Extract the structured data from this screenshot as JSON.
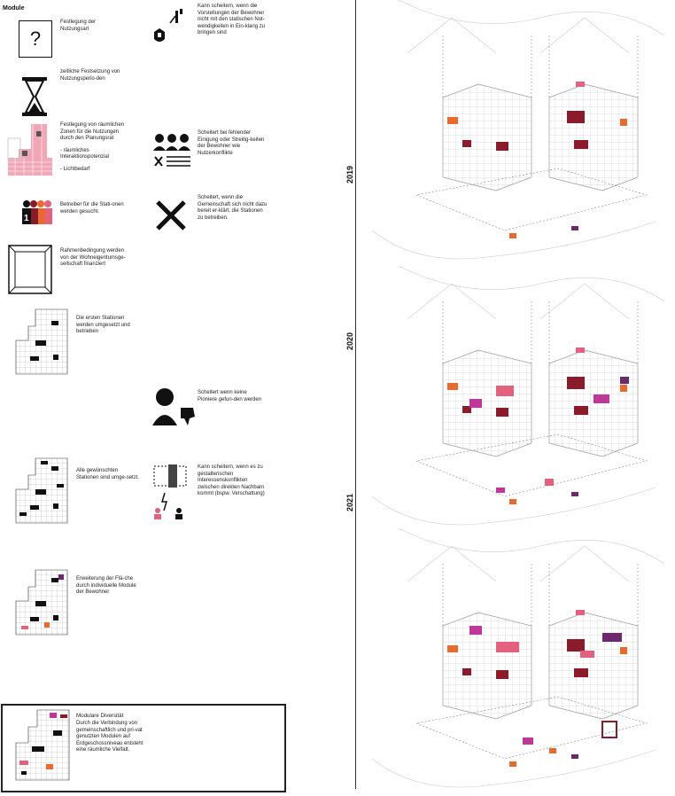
{
  "header": {
    "label": "Module"
  },
  "question": {
    "symbol": "?"
  },
  "left": [
    {
      "text": "Festlegung der Nutzungsart"
    },
    {
      "text": "zeitliche Festsetzung von  Nutzungsperio-den"
    },
    {
      "text": "Festlegung von räumlichen Zonen für die Nutzungen durch den Planungsrat",
      "sub1": "- räumliches Interaktionspotenzial",
      "sub2": "- Lichtbedarf"
    },
    {
      "text": "Betreiber für die Stati-onen werden gesucht."
    },
    {
      "text": "Rahmenbedingung werden von der Wohneigentumsge-sellschaft finanziert"
    },
    {
      "text": "Die ersten Stationen werden umgesetzt und betrieben"
    },
    {
      "text": "Alle gewünschten Stationen sind umge-setzt."
    },
    {
      "text": "Erweiterung der Flä-che durch individuelle Module der Bewohner"
    }
  ],
  "right": [
    {
      "text": "Kann scheitern, wenn die Vorstellungen der Bewohner nicht mit den statischen Not-wendigkeiten in Ein-klang zu bringen sind"
    },
    {
      "text": "Scheitert bei fehlender Einigung oder Streitig-keiten der Bewohner wie Nutzerkonflikte"
    },
    {
      "text": "Scheitert, wenn die Gemeinschaft sich nicht dazu bereit er-klärt, die Stationen zu betreiben."
    },
    {
      "text": "Scheitert wenn keine Pioniere gefun-den werden"
    },
    {
      "text": "Kann scheitern, wenn es zu gestalterischen Interessenskonflikten zwischen direkten Nachbarn kommt (bspw. Verschattung)"
    }
  ],
  "final": {
    "title": "Modulare Diversität",
    "text": "Durch die Verbindung von gemeinschaftlich und pri-vat genutzten Modulen auf Erdgeschossniveau entsteht eine räumliche Vielfalt."
  },
  "badge": {
    "number": "1"
  },
  "years": [
    "2019",
    "2020",
    "2021"
  ],
  "colors": {
    "accent_pink": "#e4607f",
    "dark_red": "#8b1a2a",
    "orange": "#e86a2c",
    "magenta": "#c0379a",
    "purple": "#6b2a6e"
  }
}
